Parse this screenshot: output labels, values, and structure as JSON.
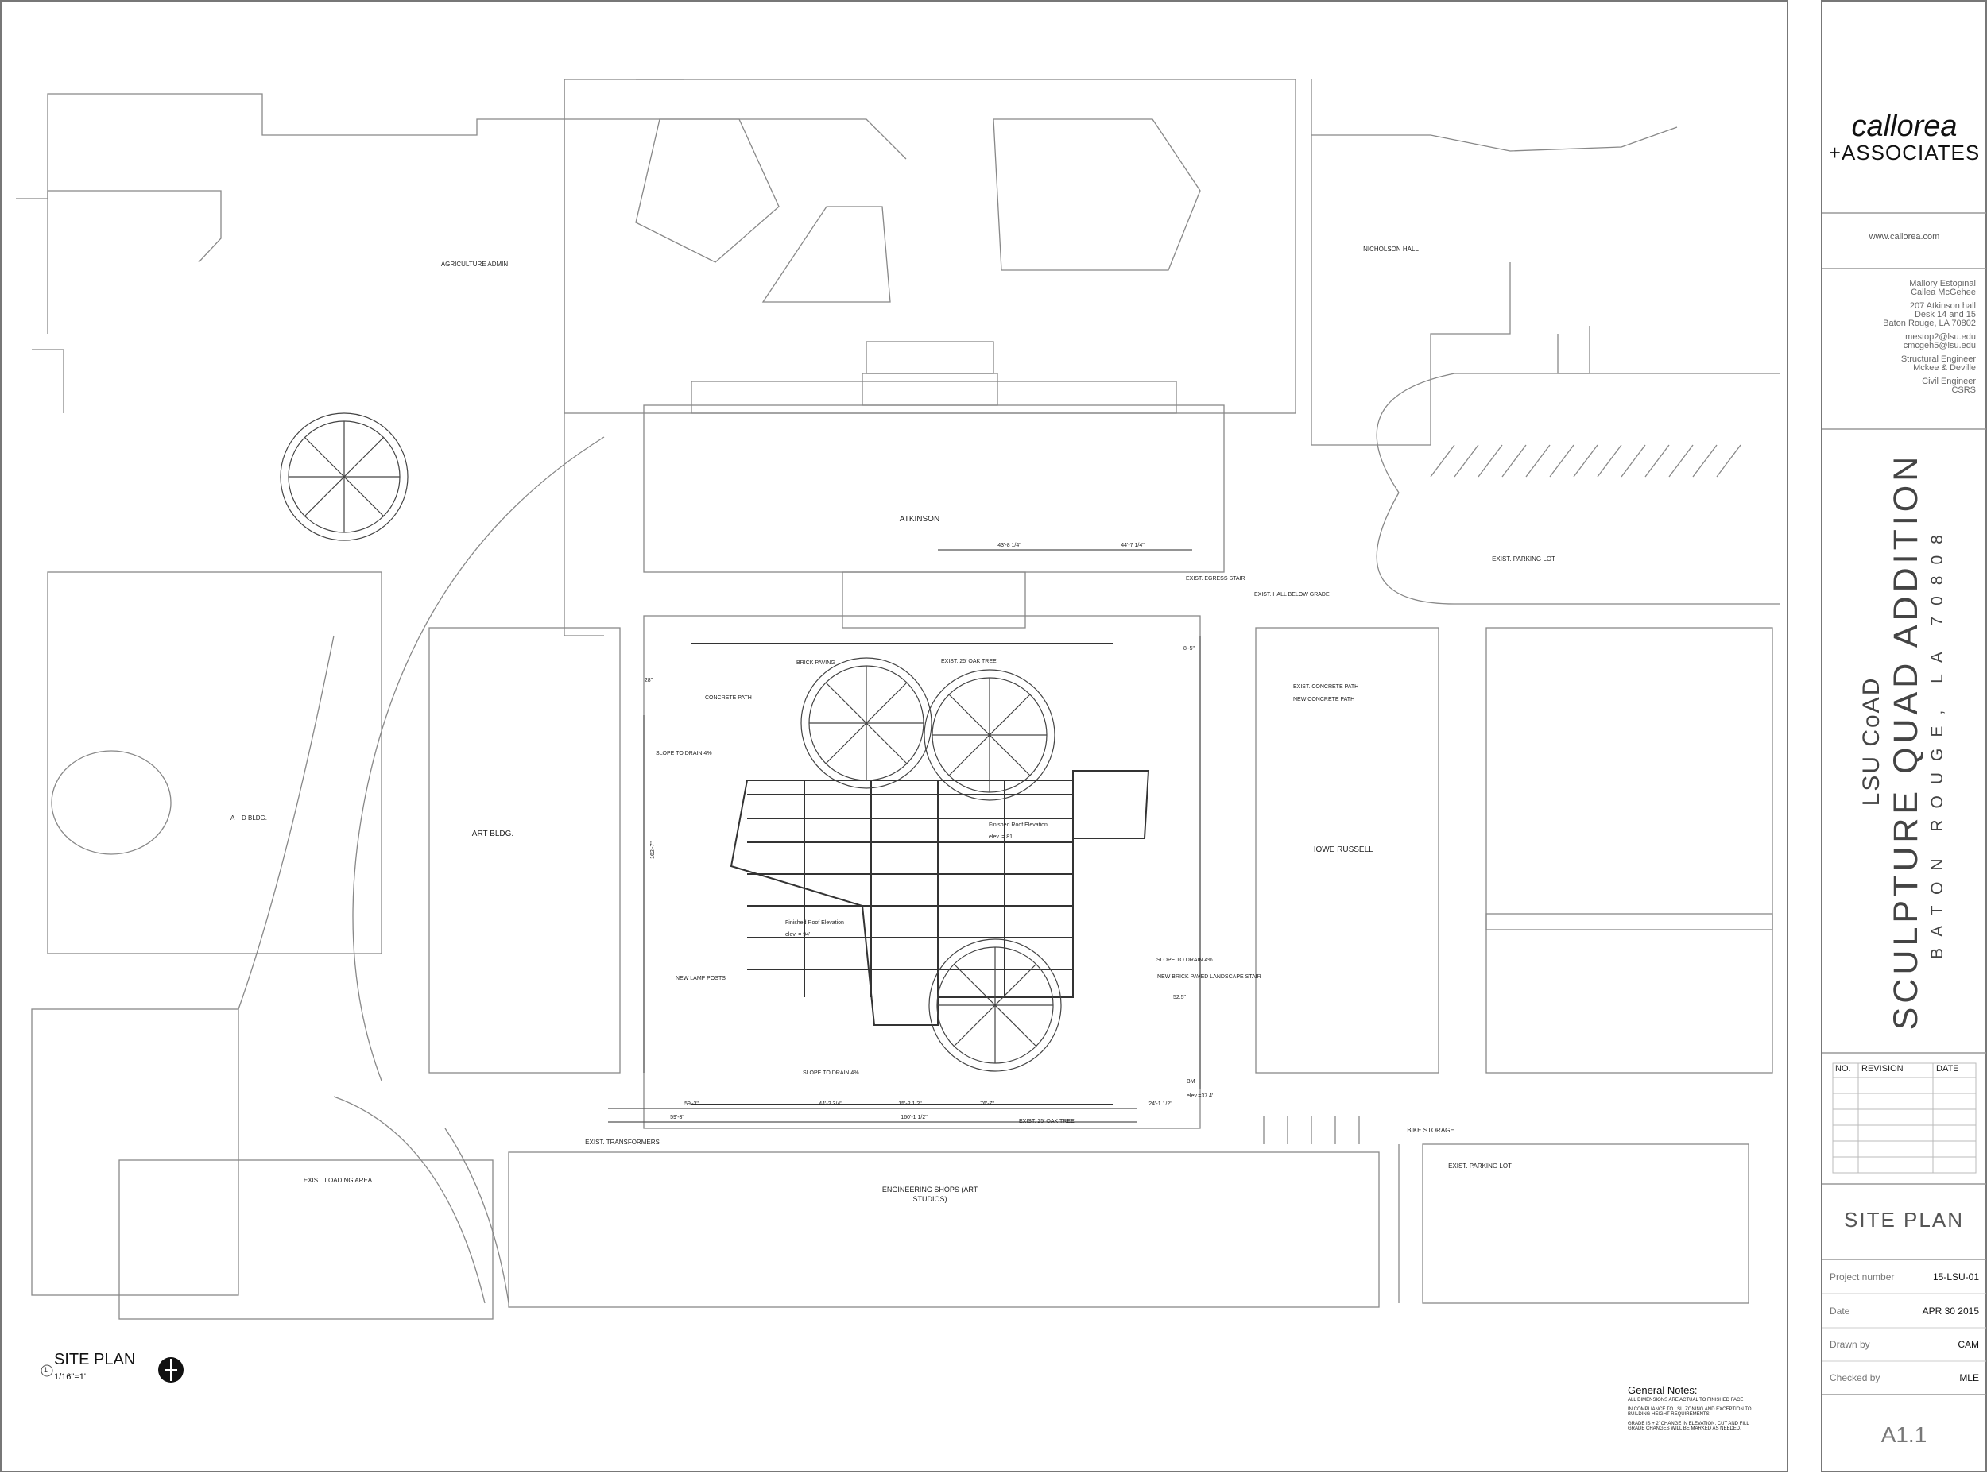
{
  "firm": {
    "logo_line1": "callorea",
    "logo_line2": "+ASSOCIATES",
    "website": "www.callorea.com"
  },
  "contacts": [
    "Mallory Estopinal",
    "Callea McGehee",
    "207 Atkinson hall",
    "Desk 14 and 15",
    "Baton Rouge, LA 70802",
    "mestop2@lsu.edu",
    "cmcgeh5@lsu.edu",
    "Structural Engineer",
    "Mckee & Deville",
    "Civil Engineer",
    "CSRS"
  ],
  "project": {
    "line1": "LSU CoAD",
    "line2": "SCULPTURE QUAD ADDITION",
    "line3": "BATON ROUGE, LA 70808"
  },
  "revisions": {
    "no": "NO.",
    "revision": "REVISION",
    "date": "DATE"
  },
  "sheet": {
    "title": "SITE PLAN",
    "project_number_label": "Project number",
    "project_number": "15-LSU-01",
    "date_label": "Date",
    "date": "APR 30 2015",
    "drawn_by_label": "Drawn by",
    "drawn_by": "CAM",
    "checked_by_label": "Checked by",
    "checked_by": "MLE",
    "number": "A1.1"
  },
  "view": {
    "number": "1",
    "title": "SITE PLAN",
    "scale": "1/16\"=1'"
  },
  "notes": {
    "title": "General Notes:",
    "items": [
      "ALL DIMENSIONS ARE ACTUAL TO FINISHED FACE",
      "IN COMPLIANCE TO LSU ZONING AND EXCEPTION TO BUILDING HEIGHT REQUIREMENTS",
      "GRADE IS + 2' CHANGE IN ELEVATION. CUT AND FILL GRADE CHANGES WILL BE MARKED AS NEEDED."
    ]
  },
  "labels": {
    "agriculture_admin": "AGRICULTURE ADMIN",
    "nicholson": "NICHOLSON HALL",
    "atkinson": "ATKINSON",
    "parking_lot": "EXIST. PARKING LOT",
    "parking_lot_2": "EXIST. PARKING LOT",
    "ad_bldg": "A + D BLDG.",
    "art_bldg": "ART BLDG.",
    "howe_russell": "HOWE RUSSELL",
    "engineering_1": "ENGINEERING SHOPS (ART",
    "engineering_2": "STUDIOS)",
    "loading": "EXIST. LOADING AREA",
    "transformers": "EXIST. TRANSFORMERS",
    "bike": "BIKE STORAGE",
    "egress": "EXIST. EGRESS STAIR",
    "hall_below": "EXIST. HALL BELOW GRADE",
    "oak_tree": "EXIST. 25' OAK TREE",
    "oak_tree_2": "EXIST. 25' OAK TREE",
    "brick_paving": "BRICK PAVING",
    "concrete_path": "CONCRETE PATH",
    "exist_concrete": "EXIST. CONCRETE PATH",
    "new_concrete": "NEW CONCRETE PATH",
    "slope1": "SLOPE TO DRAIN 4%",
    "slope2": "SLOPE TO DRAIN 4%",
    "slope3": "SLOPE TO DRAIN 4%",
    "lamp_posts": "NEW LAMP POSTS",
    "landscape_stair": "NEW BRICK PAVED LANDSCAPE STAIR",
    "roof_elev_1": "Finished Roof Elevation",
    "roof_elev_1_val": "elev. = 81'",
    "roof_elev_2": "Finished Roof Elevation",
    "roof_elev_2_val": "elev. = 94'",
    "bm": "BM",
    "bm_val": "elev.=37.4'"
  },
  "dimensions": {
    "d1": "43'-8 1/4\"",
    "d2": "44'-7 1/4\"",
    "d3": "59'-3\"",
    "d4": "44'-2 3/4\"",
    "d5": "15'-2 1/2\"",
    "d6": "76'-7\"",
    "d7": "24'-1 1/2\"",
    "d8": "160'-1 1/2\"",
    "d9": "162'-7\"",
    "d10": "8'-5\"",
    "d11": "28\"",
    "d12": "52.5\"",
    "d13": "59'-3\""
  }
}
